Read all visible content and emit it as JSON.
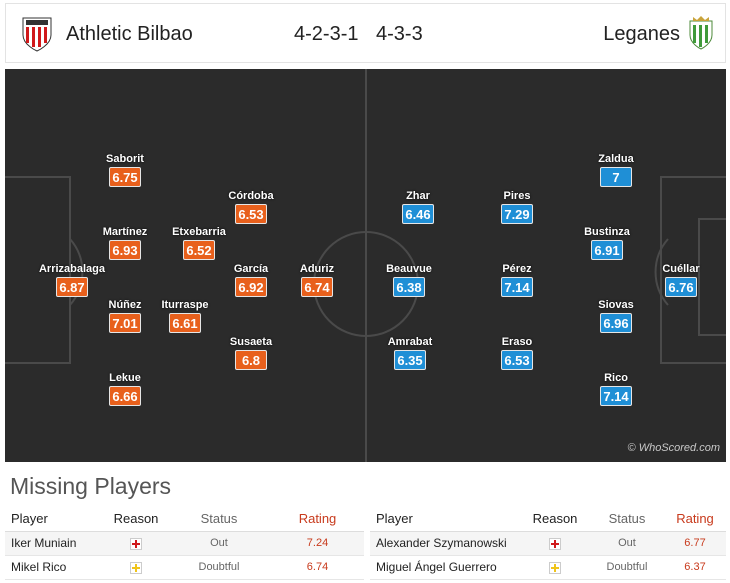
{
  "header": {
    "home_team": "Athletic Bilbao",
    "away_team": "Leganes",
    "home_formation": "4-2-3-1",
    "away_formation": "4-3-3"
  },
  "pitch": {
    "watermark": "© WhoScored.com",
    "home_players": [
      {
        "name": "Arrizabalaga",
        "rating": "6.87"
      },
      {
        "name": "Saborit",
        "rating": "6.75"
      },
      {
        "name": "Martínez",
        "rating": "6.93"
      },
      {
        "name": "Núñez",
        "rating": "7.01"
      },
      {
        "name": "Lekue",
        "rating": "6.66"
      },
      {
        "name": "Etxebarria",
        "rating": "6.52"
      },
      {
        "name": "Iturraspe",
        "rating": "6.61"
      },
      {
        "name": "Córdoba",
        "rating": "6.53"
      },
      {
        "name": "García",
        "rating": "6.92"
      },
      {
        "name": "Susaeta",
        "rating": "6.8"
      },
      {
        "name": "Aduriz",
        "rating": "6.74"
      }
    ],
    "away_players": [
      {
        "name": "Zhar",
        "rating": "6.46"
      },
      {
        "name": "Beauvue",
        "rating": "6.38"
      },
      {
        "name": "Amrabat",
        "rating": "6.35"
      },
      {
        "name": "Pires",
        "rating": "7.29"
      },
      {
        "name": "Pérez",
        "rating": "7.14"
      },
      {
        "name": "Eraso",
        "rating": "6.53"
      },
      {
        "name": "Zaldua",
        "rating": "7"
      },
      {
        "name": "Bustinza",
        "rating": "6.91"
      },
      {
        "name": "Siovas",
        "rating": "6.96"
      },
      {
        "name": "Rico",
        "rating": "7.14"
      },
      {
        "name": "Cuéllar",
        "rating": "6.76"
      }
    ]
  },
  "missing": {
    "title": "Missing Players",
    "columns": {
      "player": "Player",
      "reason": "Reason",
      "status": "Status",
      "rating": "Rating"
    },
    "home": [
      {
        "player": "Iker Muniain",
        "reason": "injury",
        "status": "Out",
        "rating": "7.24"
      },
      {
        "player": "Mikel Rico",
        "reason": "doubtful",
        "status": "Doubtful",
        "rating": "6.74"
      }
    ],
    "away": [
      {
        "player": "Alexander Szymanowski",
        "reason": "injury",
        "status": "Out",
        "rating": "6.77"
      },
      {
        "player": "Miguel Ángel Guerrero",
        "reason": "doubtful",
        "status": "Doubtful",
        "rating": "6.37"
      }
    ]
  },
  "colors": {
    "home_rating": "#e8601c",
    "away_rating": "#1f8fd6",
    "pitch": "#2b2b2b",
    "injury": "#d0191b",
    "doubtful": "#f0c419"
  },
  "icons": {
    "home_crest": "athletic-bilbao-crest-icon",
    "away_crest": "leganes-crest-icon",
    "injury": "red-cross-icon",
    "doubtful": "yellow-cross-icon"
  }
}
